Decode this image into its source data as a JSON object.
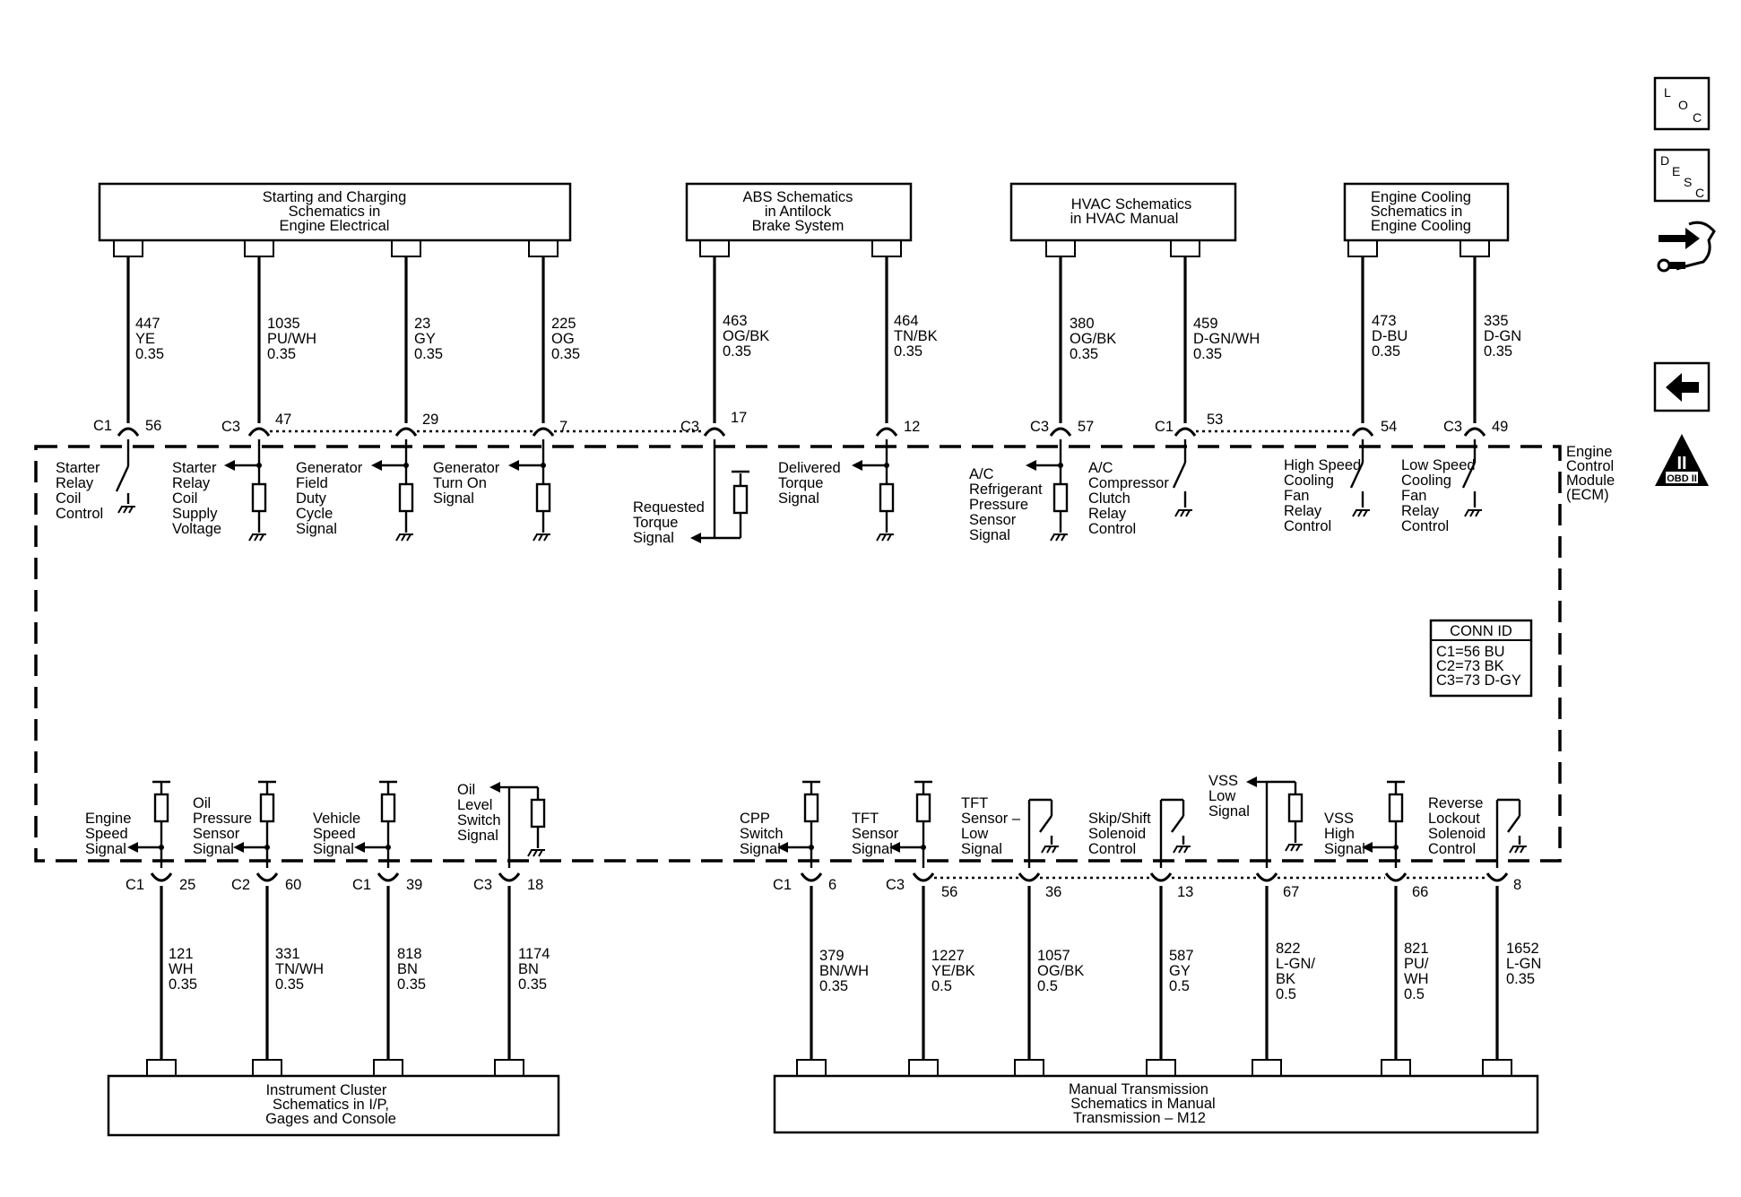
{
  "boxes": {
    "starting": [
      "Starting and Charging",
      "Schematics in",
      "Engine Electrical"
    ],
    "abs": [
      "ABS Schematics",
      "in Antilock",
      "Brake System"
    ],
    "hvac": [
      "HVAC Schematics",
      "in HVAC Manual"
    ],
    "cooling": [
      "Engine Cooling",
      "Schematics in",
      "Engine Cooling"
    ],
    "cluster": [
      "Instrument Cluster",
      "Schematics in I/P,",
      "Gages and Console"
    ],
    "trans": [
      "Manual Transmission",
      "Schematics in Manual",
      "Transmission – M12"
    ]
  },
  "ecm_label": [
    "Engine",
    "Control",
    "Module",
    "(ECM)"
  ],
  "conn_id": {
    "title": "CONN ID",
    "lines": [
      "C1=56 BU",
      "C2=73 BK",
      "C3=73 D-GY"
    ]
  },
  "icons": {
    "loc": [
      "L",
      "O",
      "C"
    ],
    "desc": [
      "D",
      "E",
      "S",
      "C"
    ],
    "obd": "OBD II",
    "obd_numeral": "II",
    "nav_names": [
      "loc-icon",
      "desc-icon",
      "connector-tool-icon",
      "back-arrow-icon",
      "obd-ii-icon"
    ]
  },
  "top_wires": [
    {
      "circuit": [
        "447",
        "YE",
        "0.35"
      ],
      "conn": "C1",
      "pin": "56"
    },
    {
      "circuit": [
        "1035",
        "PU/WH",
        "0.35"
      ],
      "conn": "C3",
      "pin": "47"
    },
    {
      "circuit": [
        "23",
        "GY",
        "0.35"
      ],
      "conn": "",
      "pin": "29"
    },
    {
      "circuit": [
        "225",
        "OG",
        "0.35"
      ],
      "conn": "",
      "pin": "7"
    },
    {
      "circuit": [
        "463",
        "OG/BK",
        "0.35"
      ],
      "conn": "C3",
      "pin": "17"
    },
    {
      "circuit": [
        "464",
        "TN/BK",
        "0.35"
      ],
      "conn": "",
      "pin": "12"
    },
    {
      "circuit": [
        "380",
        "OG/BK",
        "0.35"
      ],
      "conn": "C3",
      "pin": "57"
    },
    {
      "circuit": [
        "459",
        "D-GN/WH",
        "0.35"
      ],
      "conn": "C1",
      "pin": "53"
    },
    {
      "circuit": [
        "473",
        "D-BU",
        "0.35"
      ],
      "conn": "",
      "pin": "54"
    },
    {
      "circuit": [
        "335",
        "D-GN",
        "0.35"
      ],
      "conn": "C3",
      "pin": "49"
    }
  ],
  "bottom_wires": [
    {
      "circuit": [
        "121",
        "WH",
        "0.35"
      ],
      "conn": "C1",
      "pin": "25"
    },
    {
      "circuit": [
        "331",
        "TN/WH",
        "0.35"
      ],
      "conn": "C2",
      "pin": "60"
    },
    {
      "circuit": [
        "818",
        "BN",
        "0.35"
      ],
      "conn": "C1",
      "pin": "39"
    },
    {
      "circuit": [
        "1174",
        "BN",
        "0.35"
      ],
      "conn": "C3",
      "pin": "18"
    },
    {
      "circuit": [
        "379",
        "BN/WH",
        "0.35"
      ],
      "conn": "C1",
      "pin": "6"
    },
    {
      "circuit": [
        "1227",
        "YE/BK",
        "0.5"
      ],
      "conn": "C3",
      "pin": "56"
    },
    {
      "circuit": [
        "1057",
        "OG/BK",
        "0.5"
      ],
      "conn": "",
      "pin": "36"
    },
    {
      "circuit": [
        "587",
        "GY",
        "0.5"
      ],
      "conn": "",
      "pin": "13"
    },
    {
      "circuit": [
        "822",
        "L-GN/",
        "BK",
        "0.5"
      ],
      "conn": "",
      "pin": "67"
    },
    {
      "circuit": [
        "821",
        "PU/",
        "WH",
        "0.5"
      ],
      "conn": "",
      "pin": "66"
    },
    {
      "circuit": [
        "1652",
        "L-GN",
        "0.35"
      ],
      "conn": "",
      "pin": "8"
    }
  ],
  "top_labels": {
    "starter_relay": [
      "Starter",
      "Relay",
      "Coil",
      "Control"
    ],
    "starter_supply": [
      "Starter",
      "Relay",
      "Coil",
      "Supply",
      "Voltage"
    ],
    "gen_field": [
      "Generator",
      "Field",
      "Duty",
      "Cycle",
      "Signal"
    ],
    "gen_turn_on": [
      "Generator",
      "Turn On",
      "Signal"
    ],
    "requested_torque": [
      "Requested",
      "Torque",
      "Signal"
    ],
    "delivered_torque": [
      "Delivered",
      "Torque",
      "Signal"
    ],
    "ac_pressure": [
      "A/C",
      "Refrigerant",
      "Pressure",
      "Sensor",
      "Signal"
    ],
    "ac_clutch": [
      "A/C",
      "Compressor",
      "Clutch",
      "Relay",
      "Control"
    ],
    "high_fan": [
      "High Speed",
      "Cooling",
      "Fan",
      "Relay",
      "Control"
    ],
    "low_fan": [
      "Low Speed",
      "Cooling",
      "Fan",
      "Relay",
      "Control"
    ]
  },
  "bottom_labels": {
    "engine_speed": [
      "Engine",
      "Speed",
      "Signal"
    ],
    "oil_pressure": [
      "Oil",
      "Pressure",
      "Sensor",
      "Signal"
    ],
    "vehicle_speed": [
      "Vehicle",
      "Speed",
      "Signal"
    ],
    "oil_level": [
      "Oil",
      "Level",
      "Switch",
      "Signal"
    ],
    "cpp": [
      "CPP",
      "Switch",
      "Signal"
    ],
    "tft": [
      "TFT",
      "Sensor",
      "Signal"
    ],
    "tft_low": [
      "TFT",
      "Sensor –",
      "Low",
      "Signal"
    ],
    "skip_shift": [
      "Skip/Shift",
      "Solenoid",
      "Control"
    ],
    "vss_low": [
      "VSS",
      "Low",
      "Signal"
    ],
    "vss_high": [
      "VSS",
      "High",
      "Signal"
    ],
    "reverse_lockout": [
      "Reverse",
      "Lockout",
      "Solenoid",
      "Control"
    ]
  }
}
